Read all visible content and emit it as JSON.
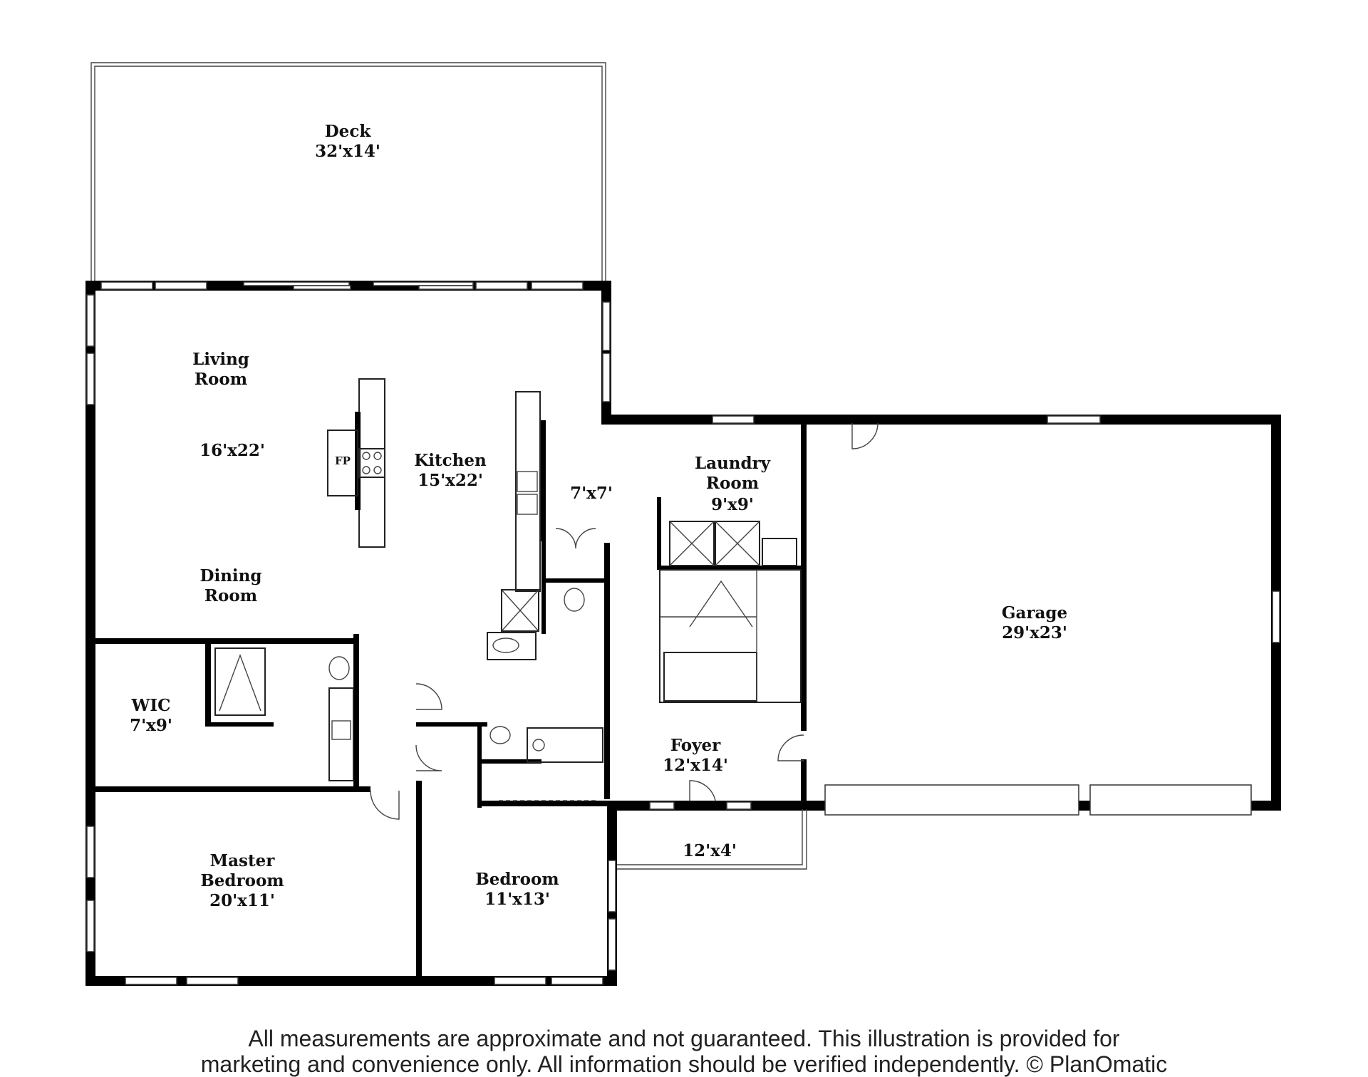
{
  "rooms": {
    "deck": {
      "name": "Deck",
      "size": "32'x14'"
    },
    "living": {
      "name_line1": "Living",
      "name_line2": "Room",
      "size": "16'x22'"
    },
    "fireplace": {
      "label": "FP"
    },
    "kitchen": {
      "name": "Kitchen",
      "size": "15'x22'"
    },
    "pantry": {
      "size": "7'x7'"
    },
    "laundry": {
      "name_line1": "Laundry",
      "name_line2": "Room",
      "size": "9'x9'"
    },
    "garage": {
      "name": "Garage",
      "size": "29'x23'"
    },
    "dining": {
      "name_line1": "Dining",
      "name_line2": "Room"
    },
    "wic": {
      "name": "WIC",
      "size": "7'x9'"
    },
    "foyer": {
      "name": "Foyer",
      "size": "12'x14'"
    },
    "porch": {
      "size": "12'x4'"
    },
    "master": {
      "name_line1": "Master",
      "name_line2": "Bedroom",
      "size": "20'x11'"
    },
    "bedroom": {
      "name": "Bedroom",
      "size": "11'x13'"
    }
  },
  "disclaimer": {
    "line1": "All measurements are approximate and not guaranteed. This illustration is provided for",
    "line2": "marketing and convenience only. All information should be verified independently. © PlanOmatic"
  }
}
